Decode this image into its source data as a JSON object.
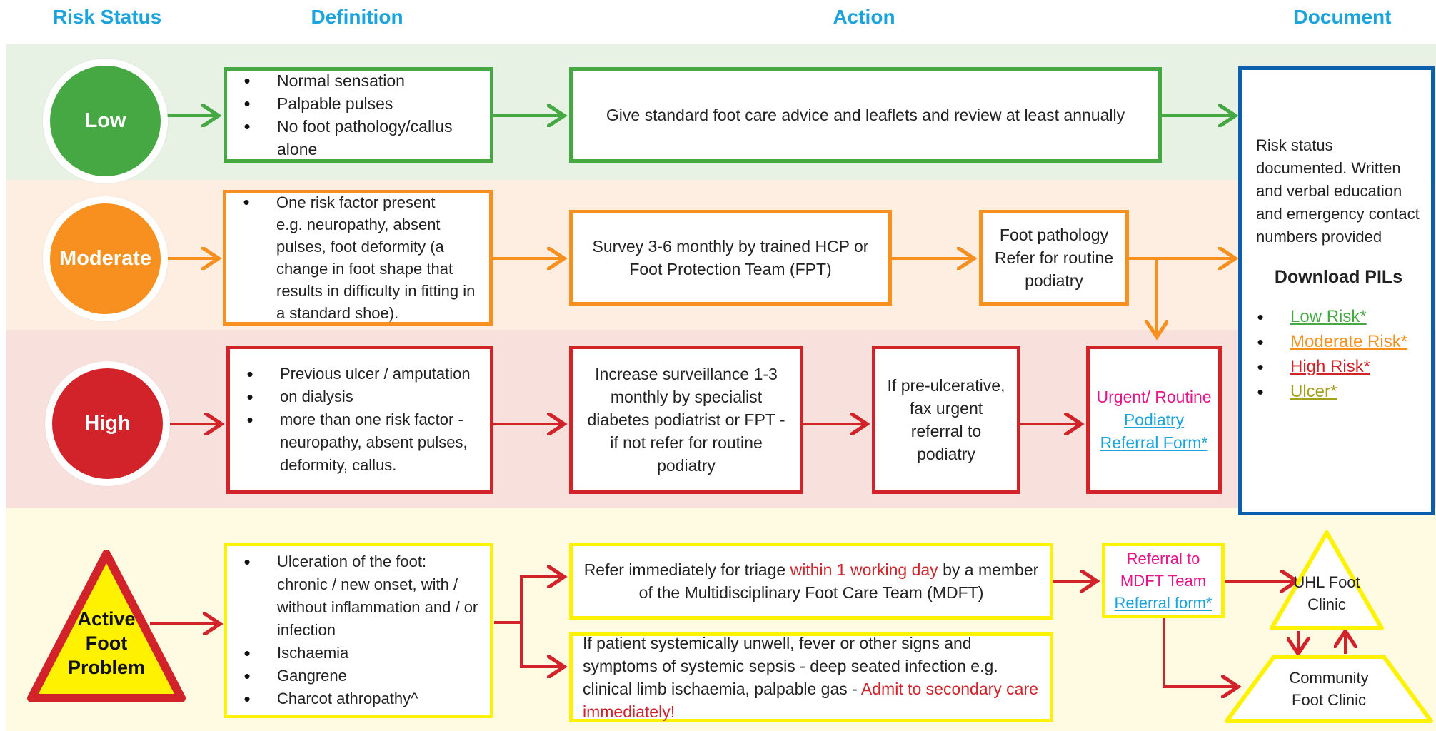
{
  "headers": {
    "risk_status": "Risk Status",
    "definition": "Definition",
    "action": "Action",
    "document": "Document"
  },
  "colors": {
    "low": "#45a842",
    "moderate": "#f7901e",
    "high": "#d2232a",
    "active": "#fff200",
    "document": "#0b5fad",
    "header": "#1aa3dd",
    "magenta": "#e4168a",
    "olive": "#a3a01b"
  },
  "low": {
    "status": "Low",
    "definition": [
      "Normal sensation",
      "Palpable pulses",
      "No foot pathology/callus alone"
    ],
    "action": "Give standard foot care advice and leaflets and review at least annually"
  },
  "moderate": {
    "status": "Moderate",
    "definition": [
      "One risk factor present",
      "e.g. neuropathy, absent pulses, foot deformity (a change in foot shape that results in difficulty in fitting in a standard shoe)."
    ],
    "action": "Survey 3-6 monthly by trained HCP or Foot Protection Team (FPT)",
    "pathology": "Foot pathology Refer for routine podiatry"
  },
  "high": {
    "status": "High",
    "definition": [
      "Previous ulcer / amputation",
      "on dialysis",
      "more than one risk factor - neuropathy, absent pulses, deformity, callus."
    ],
    "action": "Increase surveillance 1-3 monthly by specialist diabetes podiatrist or FPT - if not refer for routine podiatry",
    "preulcer": "If pre-ulcerative, fax urgent referral to podiatry",
    "referral_prefix": "Urgent/ Routine",
    "referral_link": "Podiatry Referral Form*"
  },
  "active": {
    "status_line1": "Active",
    "status_line2": "Foot",
    "status_line3": "Problem",
    "definition": [
      "Ulceration of the foot: chronic / new onset, with / without inflammation and / or infection",
      "Ischaemia",
      "Gangrene",
      "Charcot athropathy^"
    ],
    "action1_a": "Refer immediately for triage ",
    "action1_red": "within 1 working day",
    "action1_b": " by a member of the Multidisciplinary Foot Care Team  (MDFT)",
    "action2_a": "If patient systemically unwell, fever or other signs and symptoms of systemic sepsis - deep seated infection e.g. clinical limb ischaemia, palpable gas - ",
    "action2_red": "Admit to secondary care immediately!",
    "mdft_text": "Referral to MDFT Team",
    "mdft_link": "Referral form*",
    "uhl": "UHL Foot Clinic",
    "community": "Community Foot Clinic"
  },
  "document": {
    "text": "Risk status documented. Written and verbal education and emergency contact numbers provided",
    "download_title": "Download PILs",
    "pils": [
      {
        "label": "Low Risk*",
        "color": "#45a842"
      },
      {
        "label": "Moderate Risk*",
        "color": "#f7901e"
      },
      {
        "label": "High Risk*",
        "color": "#d2232a"
      },
      {
        "label": "Ulcer*",
        "color": "#a3a01b"
      }
    ]
  }
}
